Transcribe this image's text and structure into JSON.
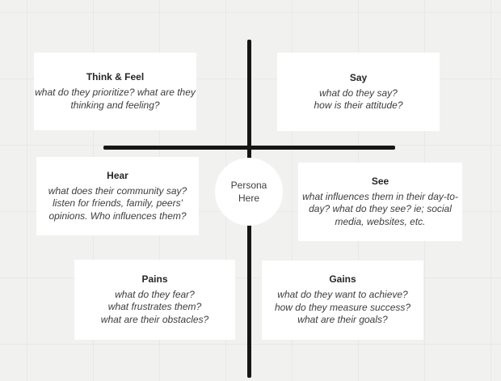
{
  "canvas": {
    "background_color": "#f1f1f0",
    "grid_color": "#e8e8e6"
  },
  "colors": {
    "card_background": "#ffffff",
    "axis_line": "#161616",
    "title_text": "#262626",
    "body_text": "#3d3d3d"
  },
  "center": {
    "label_line1": "Persona",
    "label_line2": "Here"
  },
  "cards": [
    {
      "title": "Think & Feel",
      "lines": [
        "what do they prioritize? what are they",
        "thinking and feeling?"
      ]
    },
    {
      "title": "Say",
      "lines": [
        "what do they say?",
        "how is their attitude?"
      ]
    },
    {
      "title": "Hear",
      "lines": [
        "what does their community say?",
        "listen for friends, family, peers'",
        "opinions. Who influences them?"
      ]
    },
    {
      "title": "See",
      "lines": [
        "what influences them in their day-to-",
        "day? what do they see? ie; social",
        "media, websites, etc."
      ]
    },
    {
      "title": "Pains",
      "lines": [
        "what do they fear?",
        "what frustrates them?",
        "what are their obstacles?"
      ]
    },
    {
      "title": "Gains",
      "lines": [
        "what do they want to achieve?",
        "how do they measure success?",
        "what are their goals?"
      ]
    }
  ]
}
